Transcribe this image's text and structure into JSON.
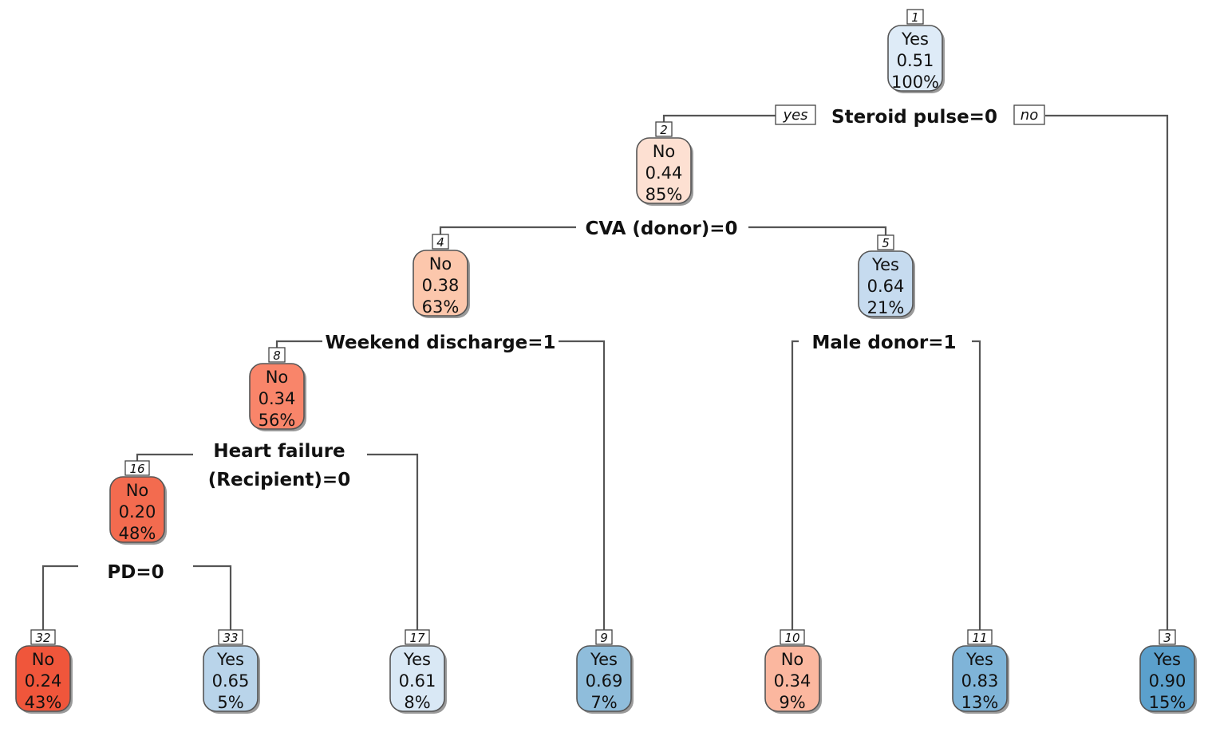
{
  "nodes": [
    {
      "id": "1",
      "class": "Yes",
      "prob": "0.51",
      "pct": "100%",
      "color": "#deebf7"
    },
    {
      "id": "2",
      "class": "No",
      "prob": "0.44",
      "pct": "85%",
      "color": "#fde0d2"
    },
    {
      "id": "4",
      "class": "No",
      "prob": "0.38",
      "pct": "63%",
      "color": "#fcc7ac"
    },
    {
      "id": "5",
      "class": "Yes",
      "prob": "0.64",
      "pct": "21%",
      "color": "#c6dbef"
    },
    {
      "id": "8",
      "class": "No",
      "prob": "0.34",
      "pct": "56%",
      "color": "#f9856a"
    },
    {
      "id": "16",
      "class": "No",
      "prob": "0.20",
      "pct": "48%",
      "color": "#f36b4f"
    },
    {
      "id": "32",
      "class": "No",
      "prob": "0.24",
      "pct": "43%",
      "color": "#f0563b"
    },
    {
      "id": "33",
      "class": "Yes",
      "prob": "0.65",
      "pct": "5%",
      "color": "#b9d4ea"
    },
    {
      "id": "17",
      "class": "Yes",
      "prob": "0.61",
      "pct": "8%",
      "color": "#d9e8f5"
    },
    {
      "id": "9",
      "class": "Yes",
      "prob": "0.69",
      "pct": "7%",
      "color": "#8fbddb"
    },
    {
      "id": "10",
      "class": "No",
      "prob": "0.34",
      "pct": "9%",
      "color": "#fbb79f"
    },
    {
      "id": "11",
      "class": "Yes",
      "prob": "0.83",
      "pct": "13%",
      "color": "#7fb4d8"
    },
    {
      "id": "3",
      "class": "Yes",
      "prob": "0.90",
      "pct": "15%",
      "color": "#5ba0cc"
    }
  ],
  "splits": [
    {
      "name": "split-steroid-pulse",
      "lines": [
        "Steroid pulse=0"
      ]
    },
    {
      "name": "split-cva-donor",
      "lines": [
        "CVA (donor)=0"
      ]
    },
    {
      "name": "split-weekend-discharge",
      "lines": [
        "Weekend discharge=1"
      ]
    },
    {
      "name": "split-male-donor",
      "lines": [
        "Male donor=1"
      ]
    },
    {
      "name": "split-heart-failure",
      "lines": [
        "Heart failure",
        "(Recipient)=0"
      ]
    },
    {
      "name": "split-pd",
      "lines": [
        "PD=0"
      ]
    }
  ],
  "branch_labels": {
    "yes": "yes",
    "no": "no"
  }
}
